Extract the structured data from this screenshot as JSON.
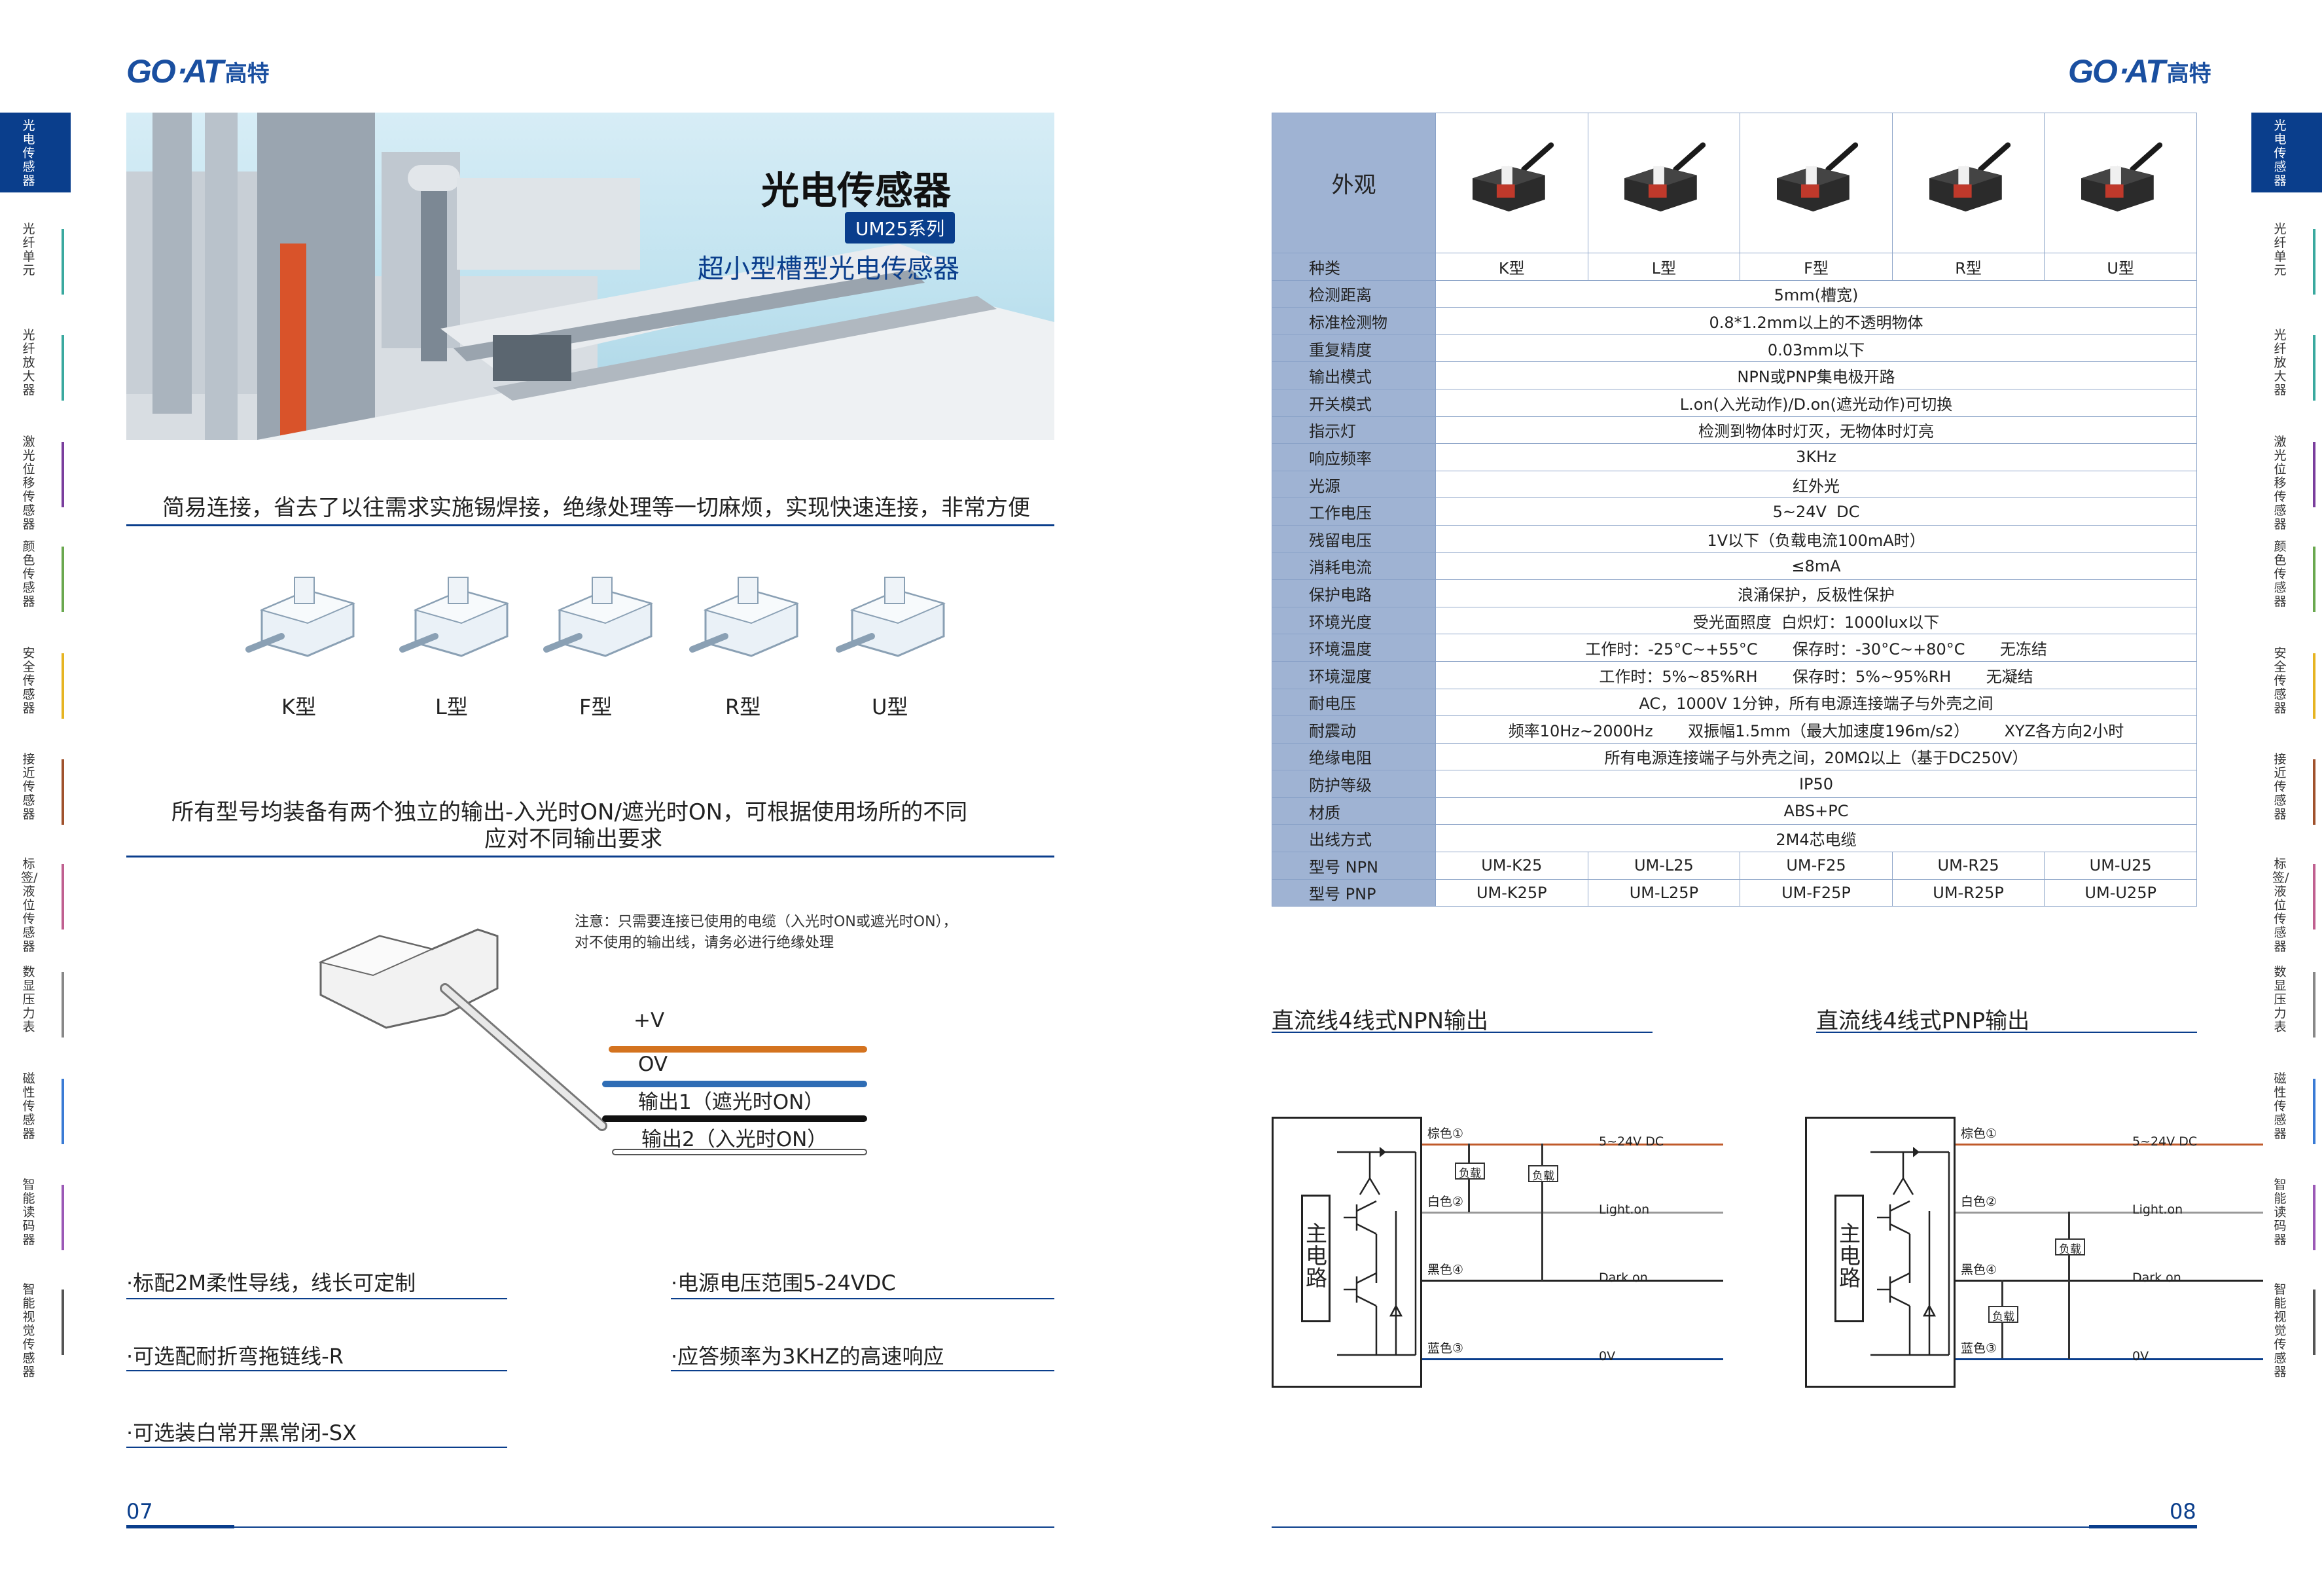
{
  "brand": {
    "name": "GO⋅AT",
    "cn": "高特"
  },
  "side_tabs": [
    {
      "label": "光电传感器",
      "color": "#0a3e8c",
      "active": true
    },
    {
      "label": "光纤单元",
      "color": "#3aa99f"
    },
    {
      "label": "光纤放大器",
      "color": "#3aa99f"
    },
    {
      "label": "激光位移传感器",
      "color": "#7a3e9d"
    },
    {
      "label": "颜色传感器",
      "color": "#6aa84f"
    },
    {
      "label": "安全传感器",
      "color": "#e6b422"
    },
    {
      "label": "接近传感器",
      "color": "#a0522d"
    },
    {
      "label": "标签/液位传感器",
      "color": "#c06090"
    },
    {
      "label": "数显压力表",
      "color": "#888888"
    },
    {
      "label": "磁性传感器",
      "color": "#3a7bd5"
    },
    {
      "label": "智能读码器",
      "color": "#9b59b6"
    },
    {
      "label": "智能视觉传感器",
      "color": "#555555"
    }
  ],
  "hero": {
    "title": "光电传感器",
    "series": "UM25系列",
    "subtitle": "超小型槽型光电传感器"
  },
  "intro": "简易连接，省去了以往需求实施锡焊接，绝缘处理等一切麻烦，实现快速连接，非常方便",
  "types": [
    "K型",
    "L型",
    "F型",
    "R型",
    "U型"
  ],
  "output_desc": {
    "line1": "所有型号均装备有两个独立的输出-入光时ON/遮光时ON，可根据使用场所的不同",
    "line2": "应对不同输出要求"
  },
  "wiring_note": {
    "line1": "注意：只需要连接已使用的电缆（入光时ON或遮光时ON），",
    "line2": "对不使用的输出线，请务必进行绝缘处理"
  },
  "wires": {
    "v": "+V",
    "ov": "OV",
    "out1": "输出1（遮光时ON）",
    "out2": "输出2（入光时ON）"
  },
  "features": [
    "·标配2M柔性导线，线长可定制",
    "·电源电压范围5-24VDC",
    "·可选配耐折弯拖链线-R",
    "·应答频率为3KHZ的高速响应",
    "·可选装白常开黑常闭-SX"
  ],
  "page_left": "07",
  "page_right": "08",
  "spec": {
    "appearance": "外观",
    "type_label": "种类",
    "rows": [
      [
        "检测距离",
        "5mm(槽宽)"
      ],
      [
        "标准检测物",
        "0.8*1.2mm以上的不透明物体"
      ],
      [
        "重复精度",
        "0.03mm以下"
      ],
      [
        "输出模式",
        "NPN或PNP集电极开路"
      ],
      [
        "开关模式",
        "L.on(入光动作)/D.on(遮光动作)可切换"
      ],
      [
        "指示灯",
        "检测到物体时灯灭，无物体时灯亮"
      ],
      [
        "响应频率",
        "3KHz"
      ],
      [
        "光源",
        "红外光"
      ],
      [
        "工作电压",
        "5~24V  DC"
      ],
      [
        "残留电压",
        "1V以下（负载电流100mA时）"
      ],
      [
        "消耗电流",
        "≤8mA"
      ],
      [
        "保护电路",
        "浪涌保护，反极性保护"
      ],
      [
        "环境光度",
        "受光面照度  白炽灯：1000lux以下"
      ],
      [
        "环境温度",
        "工作时：-25°C~+55°C       保存时：-30°C~+80°C       无冻结"
      ],
      [
        "环境湿度",
        "工作时：5%~85%RH       保存时：5%~95%RH       无凝结"
      ],
      [
        "耐电压",
        "AC，1000V 1分钟，所有电源连接端子与外壳之间"
      ],
      [
        "耐震动",
        "频率10Hz~2000Hz       双振幅1.5mm（最大加速度196m/s2）       XYZ各方向2小时"
      ],
      [
        "绝缘电阻",
        "所有电源连接端子与外壳之间，20MΩ以上（基于DC250V）"
      ],
      [
        "防护等级",
        "IP50"
      ],
      [
        "材质",
        "ABS+PC"
      ],
      [
        "出线方式",
        "2M4芯电缆"
      ]
    ],
    "npn_label": "型号 NPN",
    "npn": [
      "UM-K25",
      "UM-L25",
      "UM-F25",
      "UM-R25",
      "UM-U25"
    ],
    "pnp_label": "型号 PNP",
    "pnp": [
      "UM-K25P",
      "UM-L25P",
      "UM-F25P",
      "UM-R25P",
      "UM-U25P"
    ]
  },
  "circuits": {
    "npn_title": "直流线4线式NPN输出",
    "pnp_title": "直流线4线式PNP输出",
    "main": "主电路",
    "brown": "棕色①",
    "white": "白色②",
    "black": "黑色④",
    "blue": "蓝色③",
    "load": "负载",
    "vdc": "5~24V DC",
    "light": "Light.on",
    "dark": "Dark.on",
    "zero": "0V"
  }
}
